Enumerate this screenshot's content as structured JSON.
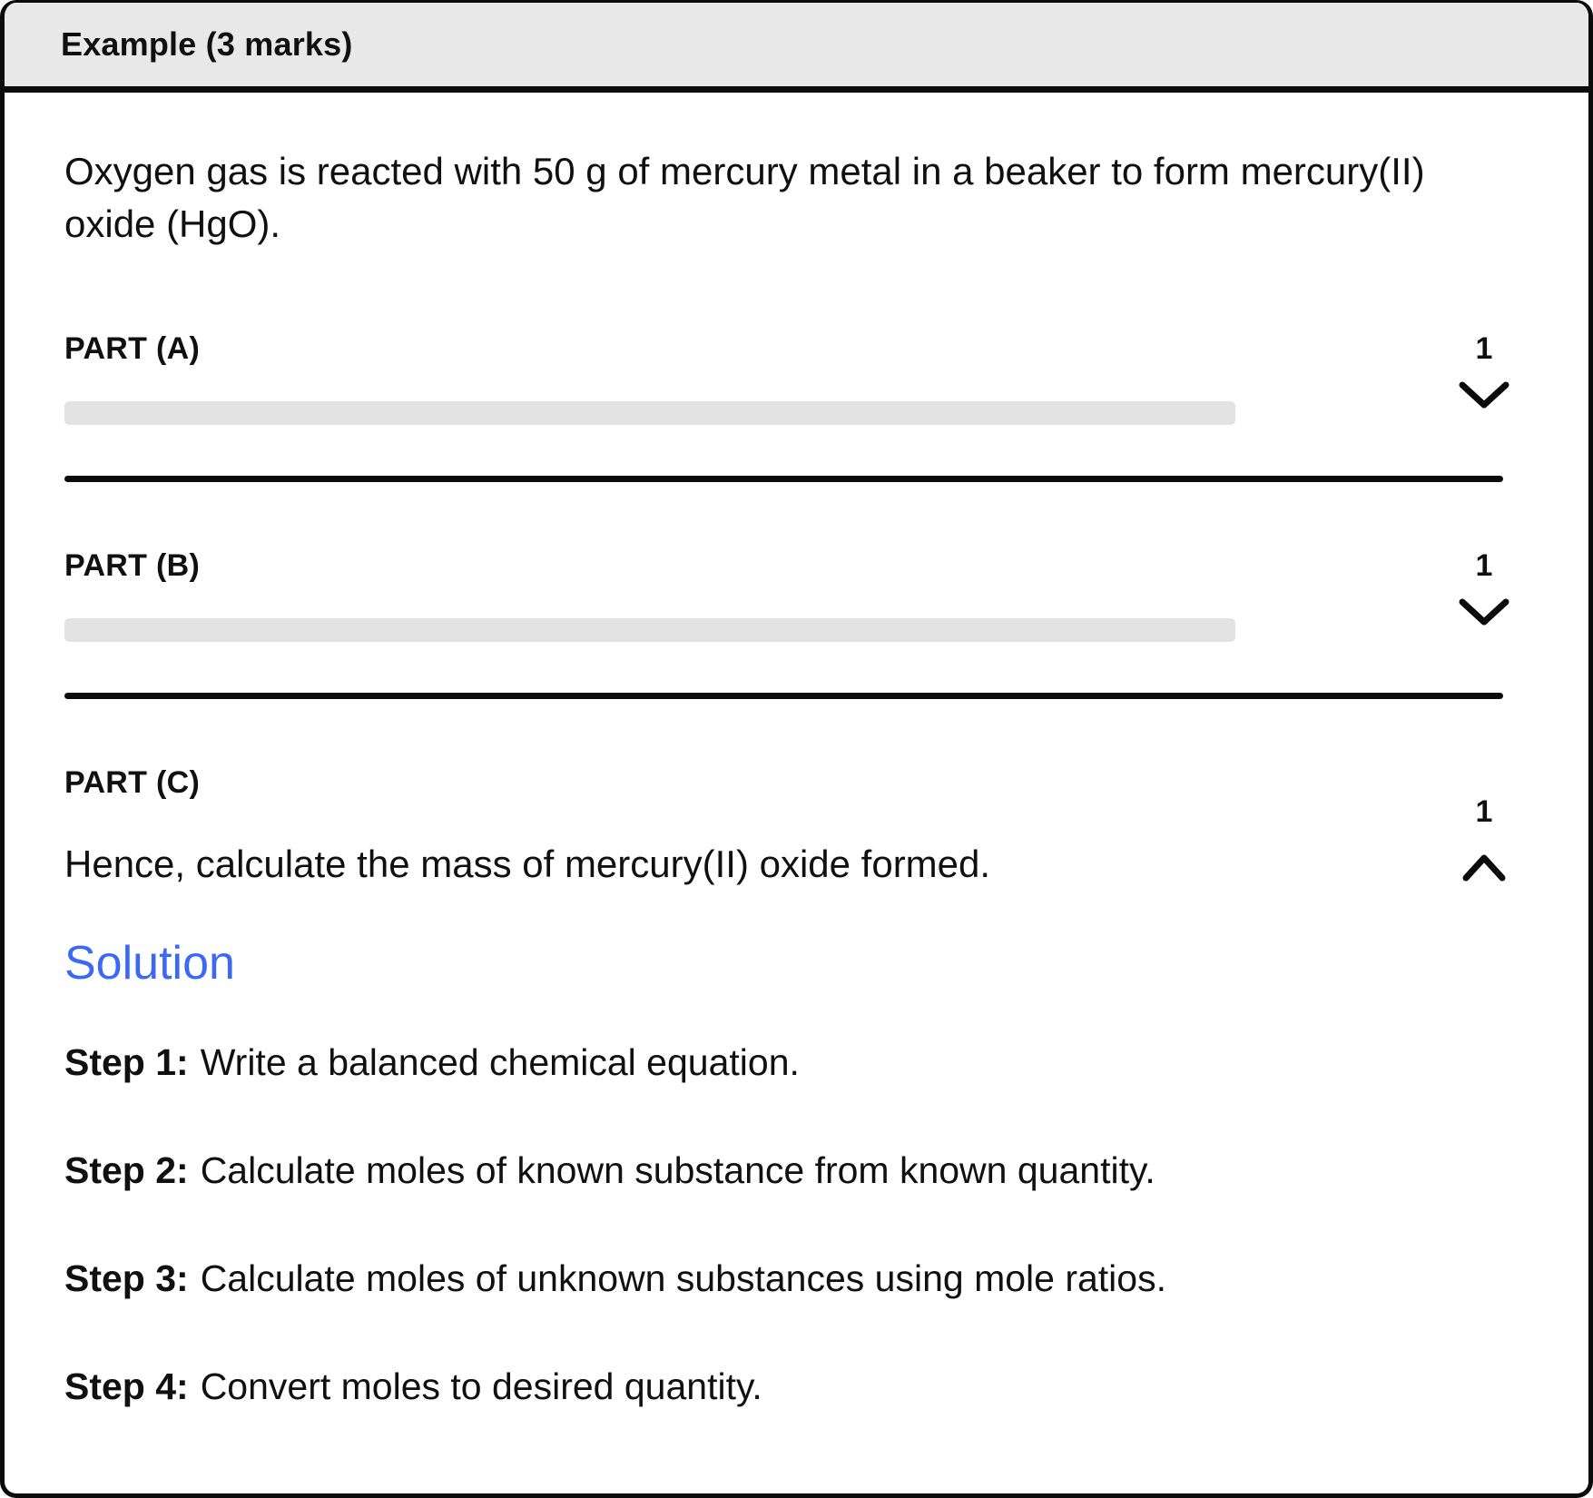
{
  "header": {
    "title": "Example (3 marks)"
  },
  "intro": "Oxygen gas is reacted with 50 g of mercury metal in a beaker to form mercury(II) oxide (HgO).",
  "parts": [
    {
      "label": "PART (A)",
      "marks": "1",
      "state": "collapsed"
    },
    {
      "label": "PART (B)",
      "marks": "1",
      "state": "collapsed"
    },
    {
      "label": "PART (C)",
      "marks": "1",
      "state": "expanded",
      "question": "Hence, calculate the mass of mercury(II) oxide formed."
    }
  ],
  "solution": {
    "heading": "Solution",
    "steps": [
      {
        "label": "Step 1:",
        "text": "Write a balanced chemical equation."
      },
      {
        "label": "Step 2:",
        "text": "Calculate moles of known substance from known quantity."
      },
      {
        "label": "Step 3:",
        "text": "Calculate moles of unknown substances using mole ratios."
      },
      {
        "label": "Step 4:",
        "text": "Convert moles to desired quantity."
      }
    ]
  },
  "icons": {
    "collapsed_icon": "chevron-down",
    "expanded_icon": "chevron-up"
  },
  "colors": {
    "accent": "#3B6AF1",
    "header_bg": "#E8E8E8",
    "skeleton": "#E3E3E3",
    "border": "#0B0B0B"
  }
}
